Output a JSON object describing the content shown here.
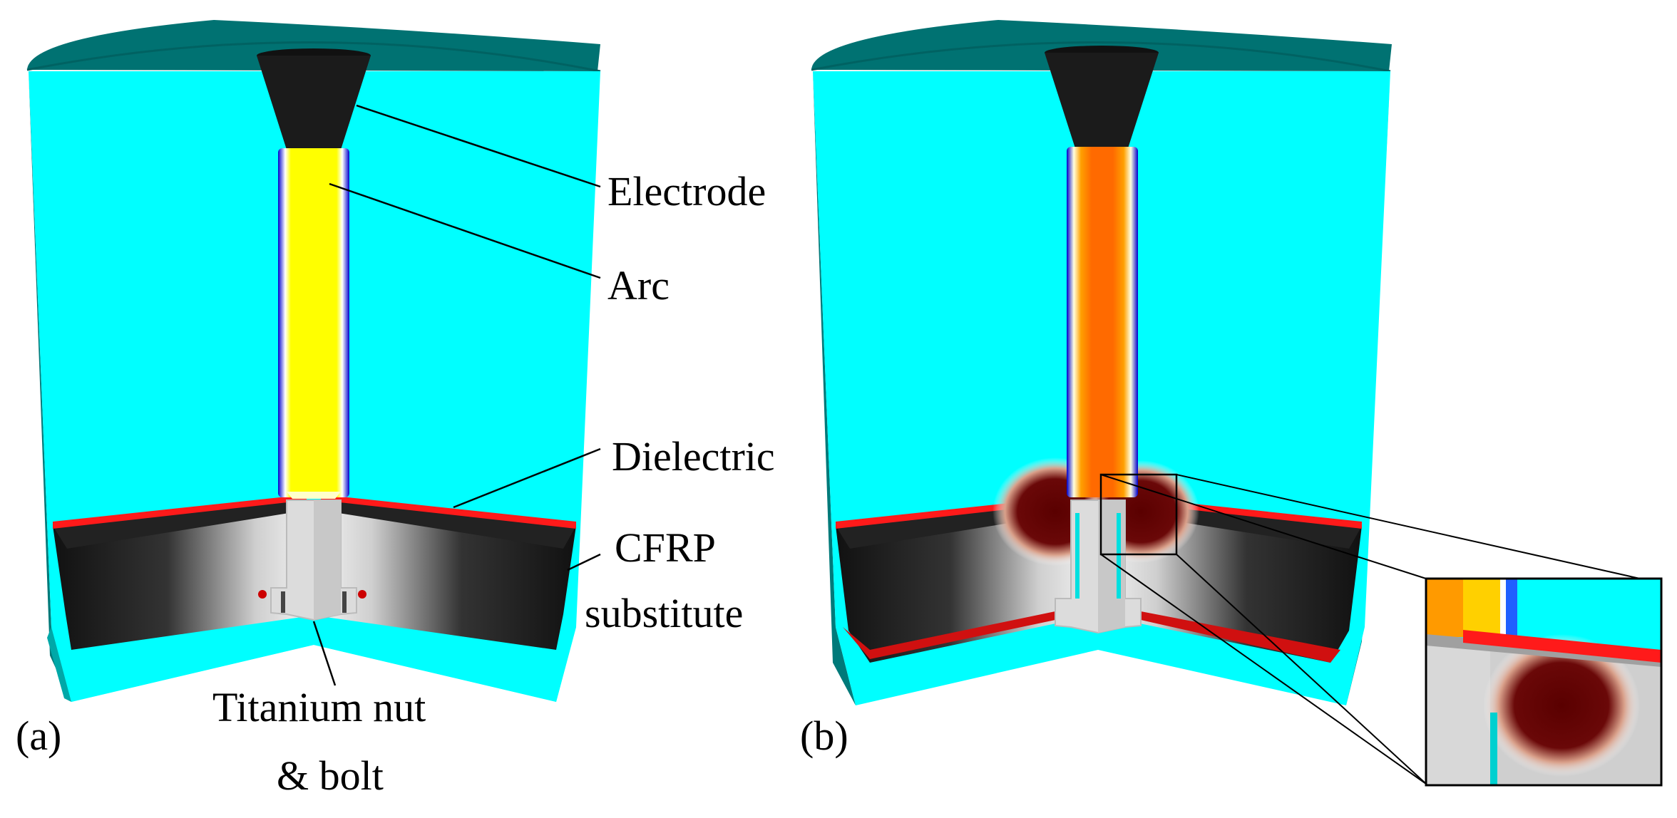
{
  "panels": [
    {
      "id": "a",
      "tag": "(a)",
      "labels": {
        "electrode": "Electrode",
        "arc": "Arc",
        "dielectric": "Dielectric",
        "cfrp_line1": "CFRP",
        "cfrp_line2": "substitute",
        "nut_line1": "Titanium nut",
        "nut_line2": "& bolt"
      }
    },
    {
      "id": "b",
      "tag": "(b)"
    }
  ],
  "colors": {
    "surrounding_gas": "#00ffff",
    "cylinder_top": "#007272",
    "cylinder_side": "#00777a",
    "electrode": "#1b1b1b",
    "arc_a_core": "#ffff00",
    "arc_b_core": "#ff6a00",
    "dielectric": "#ff1a1a",
    "cfrp_dark": "#1a1a1a",
    "titanium": "#dcdcdc",
    "heated_zone": "#5e0000"
  }
}
